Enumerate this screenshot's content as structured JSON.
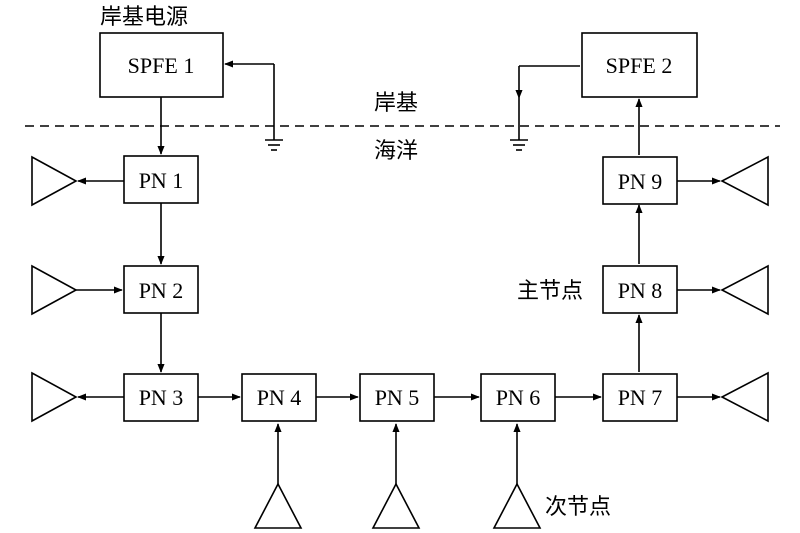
{
  "labels": {
    "shore_power": "岸基电源",
    "shore": "岸基",
    "ocean": "海洋",
    "primary_node": "主节点",
    "secondary_node": "次节点"
  },
  "boxes": {
    "spfe1": "SPFE 1",
    "spfe2": "SPFE 2",
    "pn1": "PN 1",
    "pn2": "PN 2",
    "pn3": "PN 3",
    "pn4": "PN 4",
    "pn5": "PN 5",
    "pn6": "PN 6",
    "pn7": "PN 7",
    "pn8": "PN 8",
    "pn9": "PN 9"
  }
}
